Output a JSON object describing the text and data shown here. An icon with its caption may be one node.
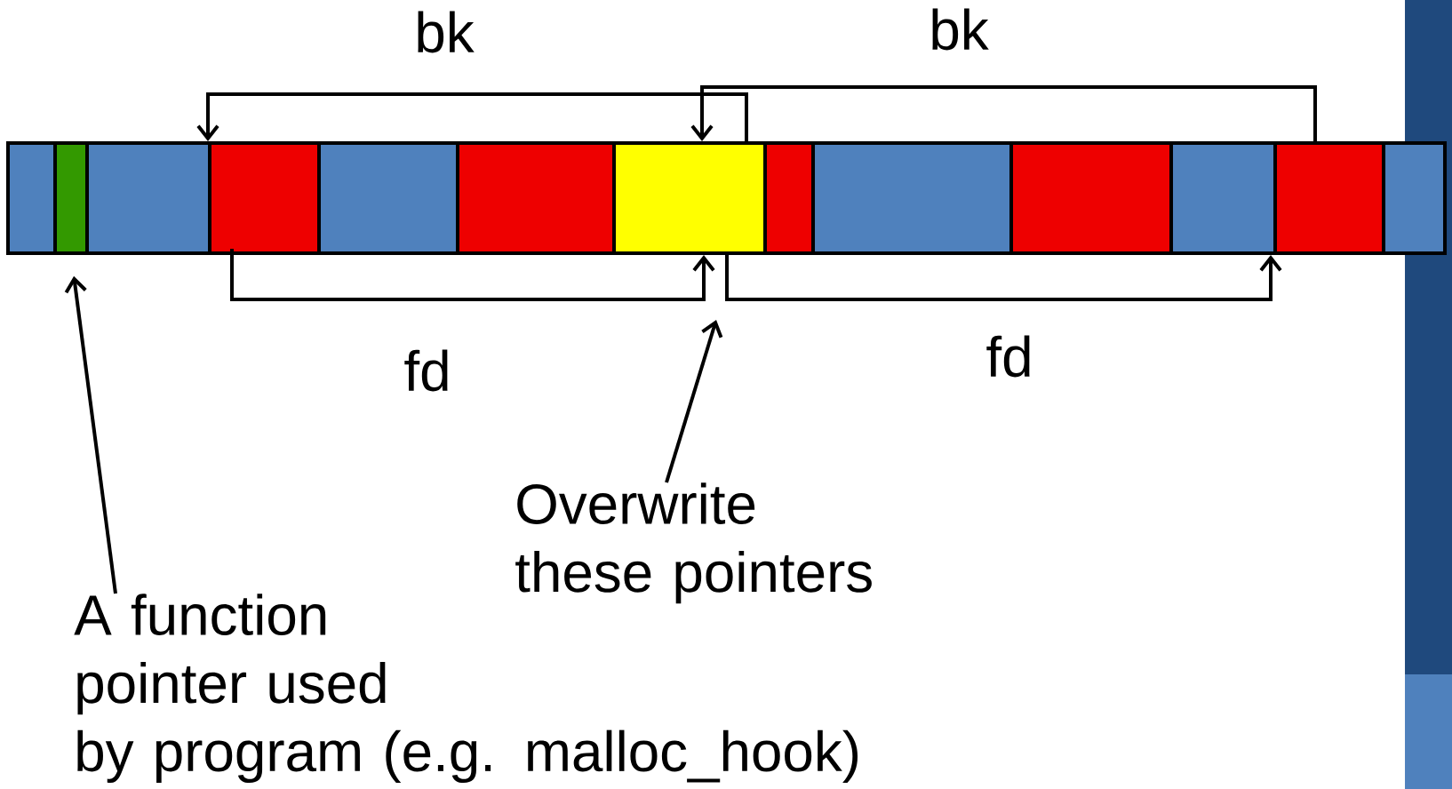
{
  "diagram": {
    "nodes": [
      {
        "text": [],
        "shape": "box"
      },
      {
        "text": [],
        "shape": "box"
      },
      {
        "text": [],
        "shape": "box"
      },
      {
        "text": [],
        "shape": "box"
      },
      {
        "text": [],
        "shape": "box"
      },
      {
        "text": [],
        "shape": "box"
      },
      {
        "text": [],
        "shape": "box"
      },
      {
        "text": [],
        "shape": "box"
      },
      {
        "text": [],
        "shape": "box"
      },
      {
        "text": [],
        "shape": "box"
      },
      {
        "text": [],
        "shape": "box"
      },
      {
        "text": [],
        "shape": "box"
      },
      {
        "text": [],
        "shape": "box"
      },
      {
        "text": [
          "A function pointer used by program (e.g. malloc_hook)"
        ]
      },
      {
        "text": [
          "Overwrite these pointers"
        ]
      }
    ],
    "edges": [
      {
        "from": 6,
        "to": 3,
        "arrow": "to",
        "label": "bk"
      },
      {
        "from": 11,
        "to": 6,
        "arrow": "to",
        "label": "bk"
      },
      {
        "from": 3,
        "to": 6,
        "arrow": "to",
        "label": "fd"
      },
      {
        "from": 6,
        "to": 11,
        "arrow": "to",
        "label": "fd"
      },
      {
        "from": 13,
        "to": 1,
        "arrow": "to"
      },
      {
        "from": 14,
        "to": null,
        "arrow": "to"
      }
    ]
  }
}
